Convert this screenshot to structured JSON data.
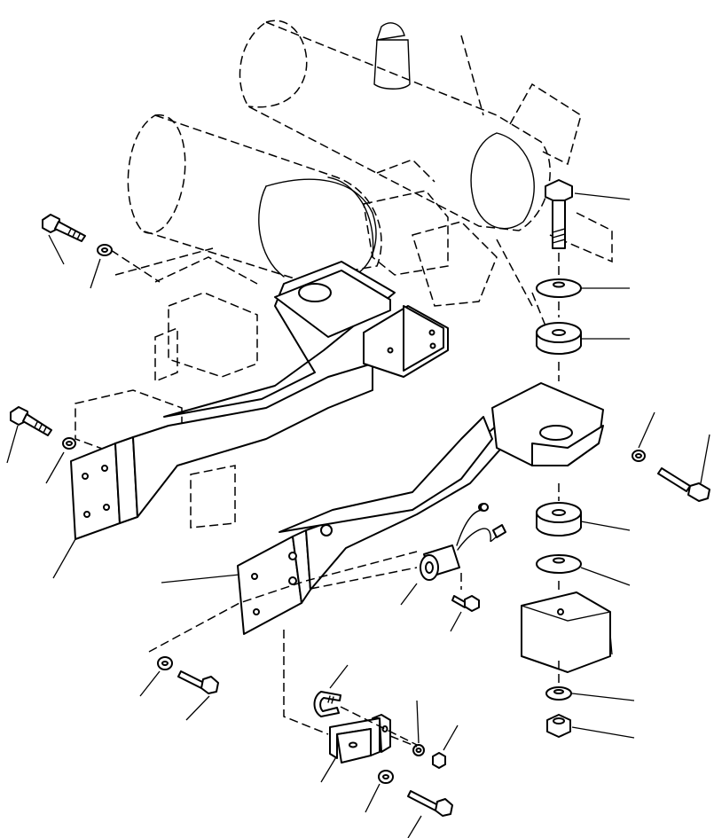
{
  "figure": {
    "kind": "exploded parts diagram",
    "line_color": "#000000",
    "background": "#ffffff"
  },
  "parts": {
    "ghost_assembly": [
      "upper-tank",
      "lower-tank",
      "frame-blocks"
    ],
    "main_members": [
      "left-mount-bracket",
      "right-mount-bracket"
    ],
    "mount_stack": [
      "top-bolt",
      "washer-upper",
      "cushion-upper",
      "cushion-lower",
      "washer-lower",
      "spacer-block",
      "lock-washer",
      "nut"
    ],
    "fasteners_left": [
      "left-bolt-top",
      "left-washer-top",
      "left-bolt-mid",
      "left-washer-mid"
    ],
    "fasteners_right": [
      "right-washer",
      "right-bolt"
    ],
    "lower_hardware": [
      "switch-connector",
      "small-bolt",
      "u-bolt",
      "clip-bracket",
      "nut-a",
      "nut-b",
      "washer-bottom",
      "bolt-bottom",
      "washer-left-low",
      "bolt-left-low"
    ]
  },
  "callouts": {
    "count": 26,
    "labels_printed": false
  }
}
